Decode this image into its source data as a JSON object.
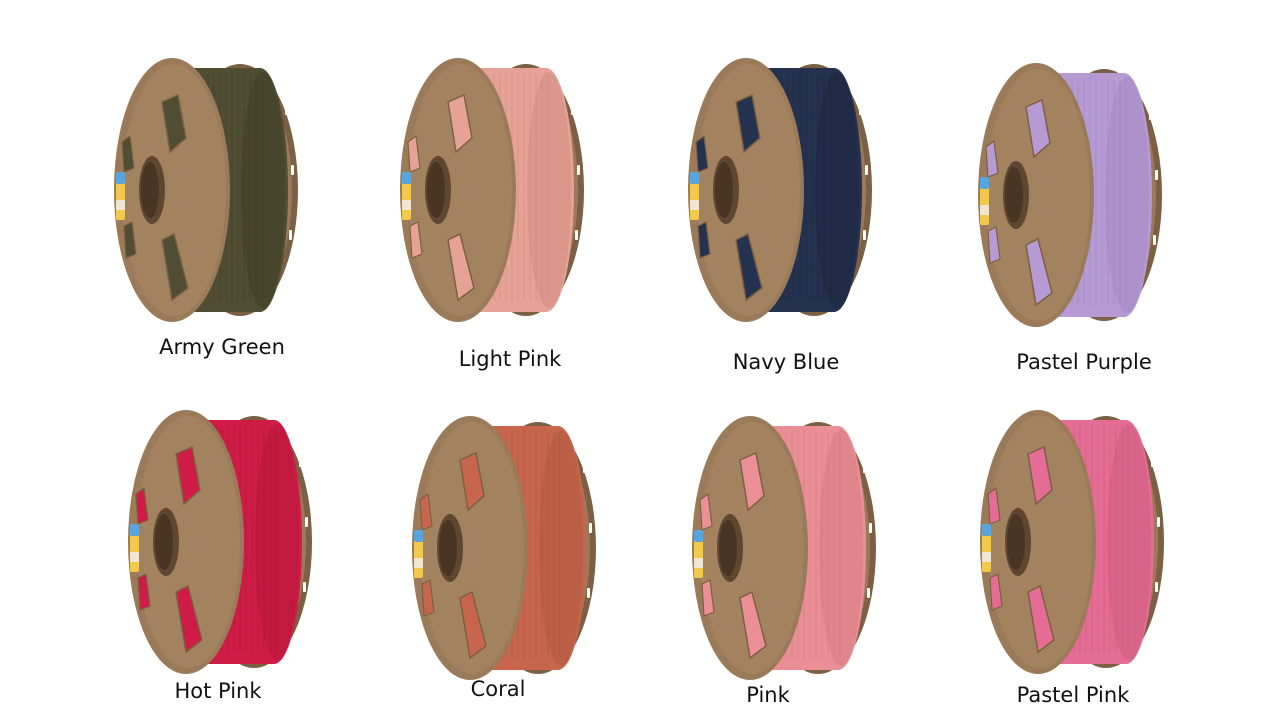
{
  "spools": [
    {
      "name": "Army Green",
      "color": "#4f4d32",
      "shade": "#3a3824"
    },
    {
      "name": "Light Pink",
      "color": "#e7a297",
      "shade": "#c9857a"
    },
    {
      "name": "Navy Blue",
      "color": "#25324f",
      "shade": "#18223a"
    },
    {
      "name": "Pastel Purple",
      "color": "#b59ad3",
      "shade": "#9a80ba"
    },
    {
      "name": "Hot Pink",
      "color": "#cf1c46",
      "shade": "#a81436"
    },
    {
      "name": "Coral",
      "color": "#c7664d",
      "shade": "#a6523c"
    },
    {
      "name": "Pink",
      "color": "#eb8f96",
      "shade": "#cc737a"
    },
    {
      "name": "Pastel Pink",
      "color": "#e56c94",
      "shade": "#c45579"
    }
  ],
  "spool_colors": {
    "cardboard": "#9a7a58",
    "cardboard_dark": "#7d6043",
    "cardboard_light": "#ad8c68",
    "hole": "#5f4630"
  }
}
